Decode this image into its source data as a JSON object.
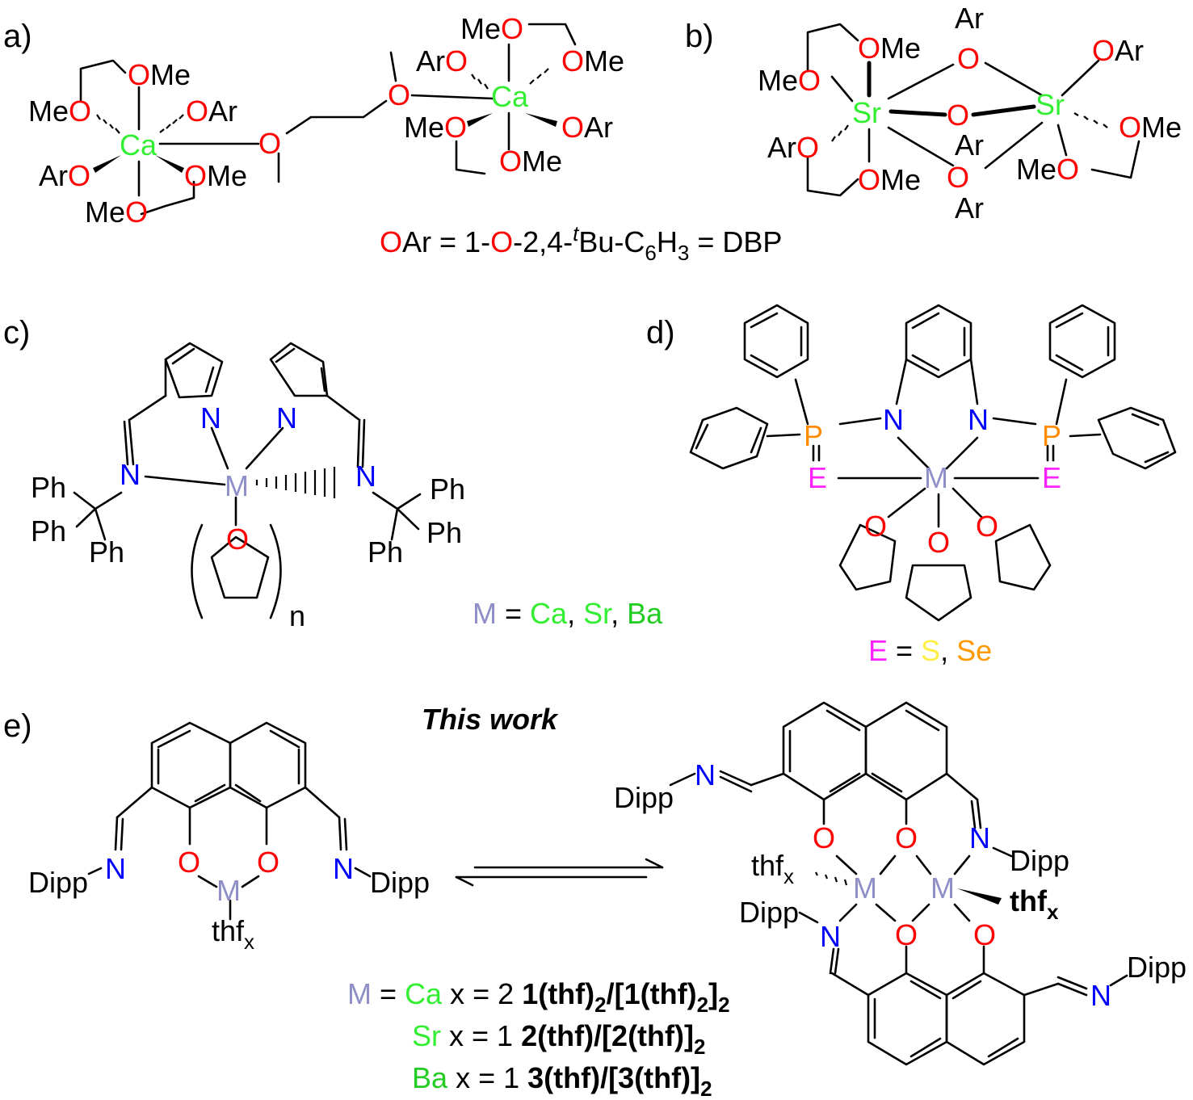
{
  "colors": {
    "oxygen": "#ff0000",
    "nitrogen": "#0000ff",
    "calcium": "#33ee33",
    "strontium": "#33ee33",
    "barium": "#22cc22",
    "metal": "#8f8fc8",
    "phosphorus": "#ff8c00",
    "chalcogen": "#ff22ff",
    "sulfur": "#ffee44",
    "selenium": "#ff9900",
    "bond": "#000000"
  },
  "panels": {
    "a": "a)",
    "b": "b)",
    "c": "c)",
    "d": "d)",
    "e": "e)"
  },
  "labels": {
    "o": "O",
    "me": "Me",
    "ar": "Ar",
    "ca": "Ca",
    "sr": "Sr",
    "n": "N",
    "m": "M",
    "p": "P",
    "e": "E",
    "ph": "Ph",
    "n_sub": "n",
    "dipp": "Dipp",
    "thf": "thf",
    "x": "x"
  },
  "legend_ab": {
    "o": "O",
    "part1": "Ar = 1-",
    "o2": "O",
    "part2": "-2,4-",
    "t": "t",
    "part3": "Bu-C",
    "sub6": "6",
    "part4": "H",
    "sub3": "3",
    "part5": " = DBP"
  },
  "legend_c": {
    "m": "M",
    "eq": " = ",
    "ca": "Ca",
    "sep1": ", ",
    "sr": "Sr",
    "sep2": ", ",
    "ba": "Ba"
  },
  "legend_d": {
    "e": "E",
    "eq": " = ",
    "s": "S",
    "sep": ", ",
    "se": "Se"
  },
  "panel_e": {
    "title": "This work",
    "rows": [
      {
        "metal": "Ca",
        "x": "x = 2",
        "c1": "1(thf)",
        "s1": "2",
        "c2": "/[1(thf)",
        "s2": "2",
        "c3": "]",
        "s3": "2"
      },
      {
        "metal": "Sr",
        "x": "x = 1",
        "c1": "2(thf)/[2(thf)]",
        "s3": "2"
      },
      {
        "metal": "Ba",
        "x": "x = 1",
        "c1": "3(thf)/[3(thf)]",
        "s3": "2"
      }
    ],
    "m": "M",
    "eq": "="
  }
}
